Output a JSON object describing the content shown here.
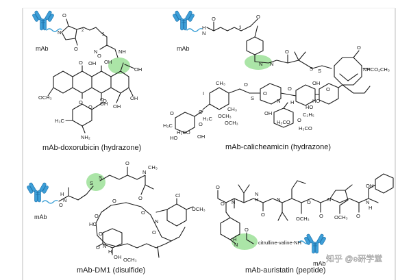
{
  "colors": {
    "antibody_fill": "#3d9fd8",
    "antibody_stroke": "#1e6fa8",
    "linker": "#3a9fd6",
    "cleavage_highlight": "#8fdc8a",
    "bond": "#1a1a1a",
    "frame": "#bdbdbd"
  },
  "antibody_label": "mAb",
  "panels": {
    "doxorubicin": {
      "caption": "mAb-doxorubicin (hydrazone)",
      "atoms": [
        "O",
        "N",
        "O",
        "N",
        "NH",
        "O",
        "OH",
        "OH",
        "OH",
        "O",
        "OCH₃",
        "O",
        "OH",
        "O",
        "OH",
        "OH",
        "O",
        "H₃C",
        "NH₂",
        "O"
      ],
      "subscripts": [
        "2",
        "5"
      ]
    },
    "calicheamicin": {
      "caption": "mAb-calicheamicin (hydrazone)",
      "atoms": [
        "H",
        "N",
        "O",
        "O",
        "N",
        "N",
        "S",
        "S",
        "O",
        "NHCO₂CH₃",
        "O",
        "CH₃",
        "O",
        "I",
        "S",
        "OH",
        "O",
        "HO",
        "O",
        "H₃C",
        "CH₃",
        "O",
        "O",
        "OCH₃",
        "OCH₃",
        "N",
        "H",
        "H₃CO",
        "O",
        "OH",
        "O",
        "H₃C",
        "HO",
        "H₃CO",
        "C₂H₅",
        "HO",
        "H₃CO",
        "O",
        "OH"
      ],
      "subscripts": [
        "3"
      ]
    },
    "dm1": {
      "caption": "mAb-DM1 (disulfide)",
      "atoms": [
        "O",
        "H",
        "N",
        "S",
        "S",
        "O",
        "N",
        "CH₃",
        "O",
        "O",
        "O",
        "Cl",
        "OCH₃",
        "N",
        "O",
        "O",
        "H",
        "OH",
        "N",
        "O",
        "OCH₃",
        "HO",
        "O"
      ]
    },
    "auristatin": {
      "caption": "mAb-auristatin (peptide)",
      "linker_text": "citrulline-valine-NH",
      "atoms": [
        "O",
        "O",
        "N",
        "N",
        "H",
        "O",
        "N",
        "O",
        "OCH₃",
        "O",
        "N",
        "OCH₃",
        "O",
        "N",
        "H",
        "OH",
        "H",
        "N",
        "O"
      ],
      "watermark": "知乎 @e研学堂"
    }
  }
}
